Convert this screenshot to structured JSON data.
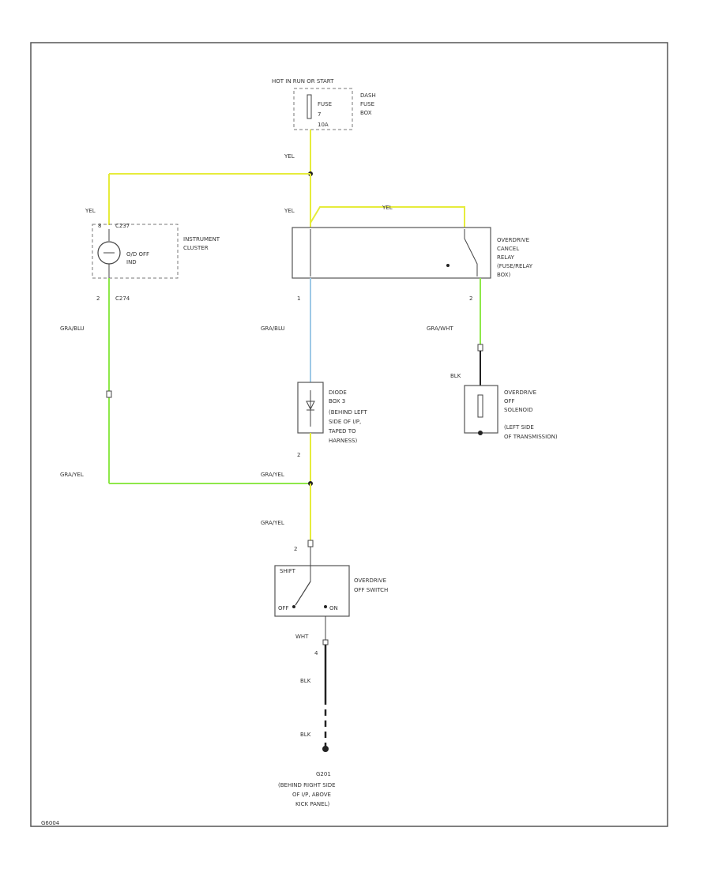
{
  "colors": {
    "border": "#555555",
    "box": "#555555",
    "yel": "#e6ec3c",
    "grn": "#8ee84a",
    "blu": "#9ec9e6",
    "blk": "#222222",
    "text": "#333333"
  },
  "labels": {
    "hot_in_run": "HOT IN RUN OR START",
    "fuse_label": "FUSE",
    "fuse_number": "7",
    "fuse_amps": "10A",
    "fuse_box": [
      "DASH",
      "FUSE",
      "BOX"
    ],
    "yel_top": "YEL",
    "yel_left": "YEL",
    "yel_relay": "YEL",
    "yel_mid": "YEL",
    "od_ind_line1": "O/D OFF",
    "od_ind_line2": "IND",
    "od_ind_pin_top": "8",
    "od_ind_connector_top": "C237",
    "od_ind_pin_bottom": "2",
    "od_ind_connector_bottom": "C274",
    "instrument_cluster": [
      "INSTRUMENT",
      "CLUSTER"
    ],
    "relay_pin_left": "1",
    "relay_pin_right": "2",
    "relay_name": [
      "OVERDRIVE",
      "CANCEL",
      "RELAY",
      "(FUSE/RELAY",
      "BOX)"
    ],
    "gra_blu_left": "GRA/BLU",
    "gra_blu_mid": "GRA/BLU",
    "gra_wht": "GRA/WHT",
    "blk_solenoid": "BLK",
    "solenoid_name": [
      "OVERDRIVE",
      "OFF",
      "SOLENOID"
    ],
    "solenoid_location": [
      "(LEFT SIDE",
      "OF TRANSMISSION)"
    ],
    "diode_name": [
      "DIODE",
      "BOX 3"
    ],
    "diode_location": [
      "(BEHIND LEFT",
      "SIDE OF I/P,",
      "TAPED TO",
      "HARNESS)"
    ],
    "diode_pin": "2",
    "gra_yel_left": "GRA/YEL",
    "gra_yel_junction": "GRA/YEL",
    "gra_yel_lower": "GRA/YEL",
    "switch_pin": "2",
    "switch_shift": "SHIFT",
    "switch_off": "OFF",
    "switch_on": "ON",
    "switch_name": [
      "OVERDRIVE",
      "OFF SWITCH"
    ],
    "wht": "WHT",
    "switch_pin_bottom": "4",
    "blk_1": "BLK",
    "blk_2": "BLK",
    "ground_name": "G201",
    "ground_location": [
      "(BEHIND RIGHT SIDE",
      "OF I/P, ABOVE",
      "KICK PANEL)"
    ],
    "figure_code": "G6004"
  }
}
